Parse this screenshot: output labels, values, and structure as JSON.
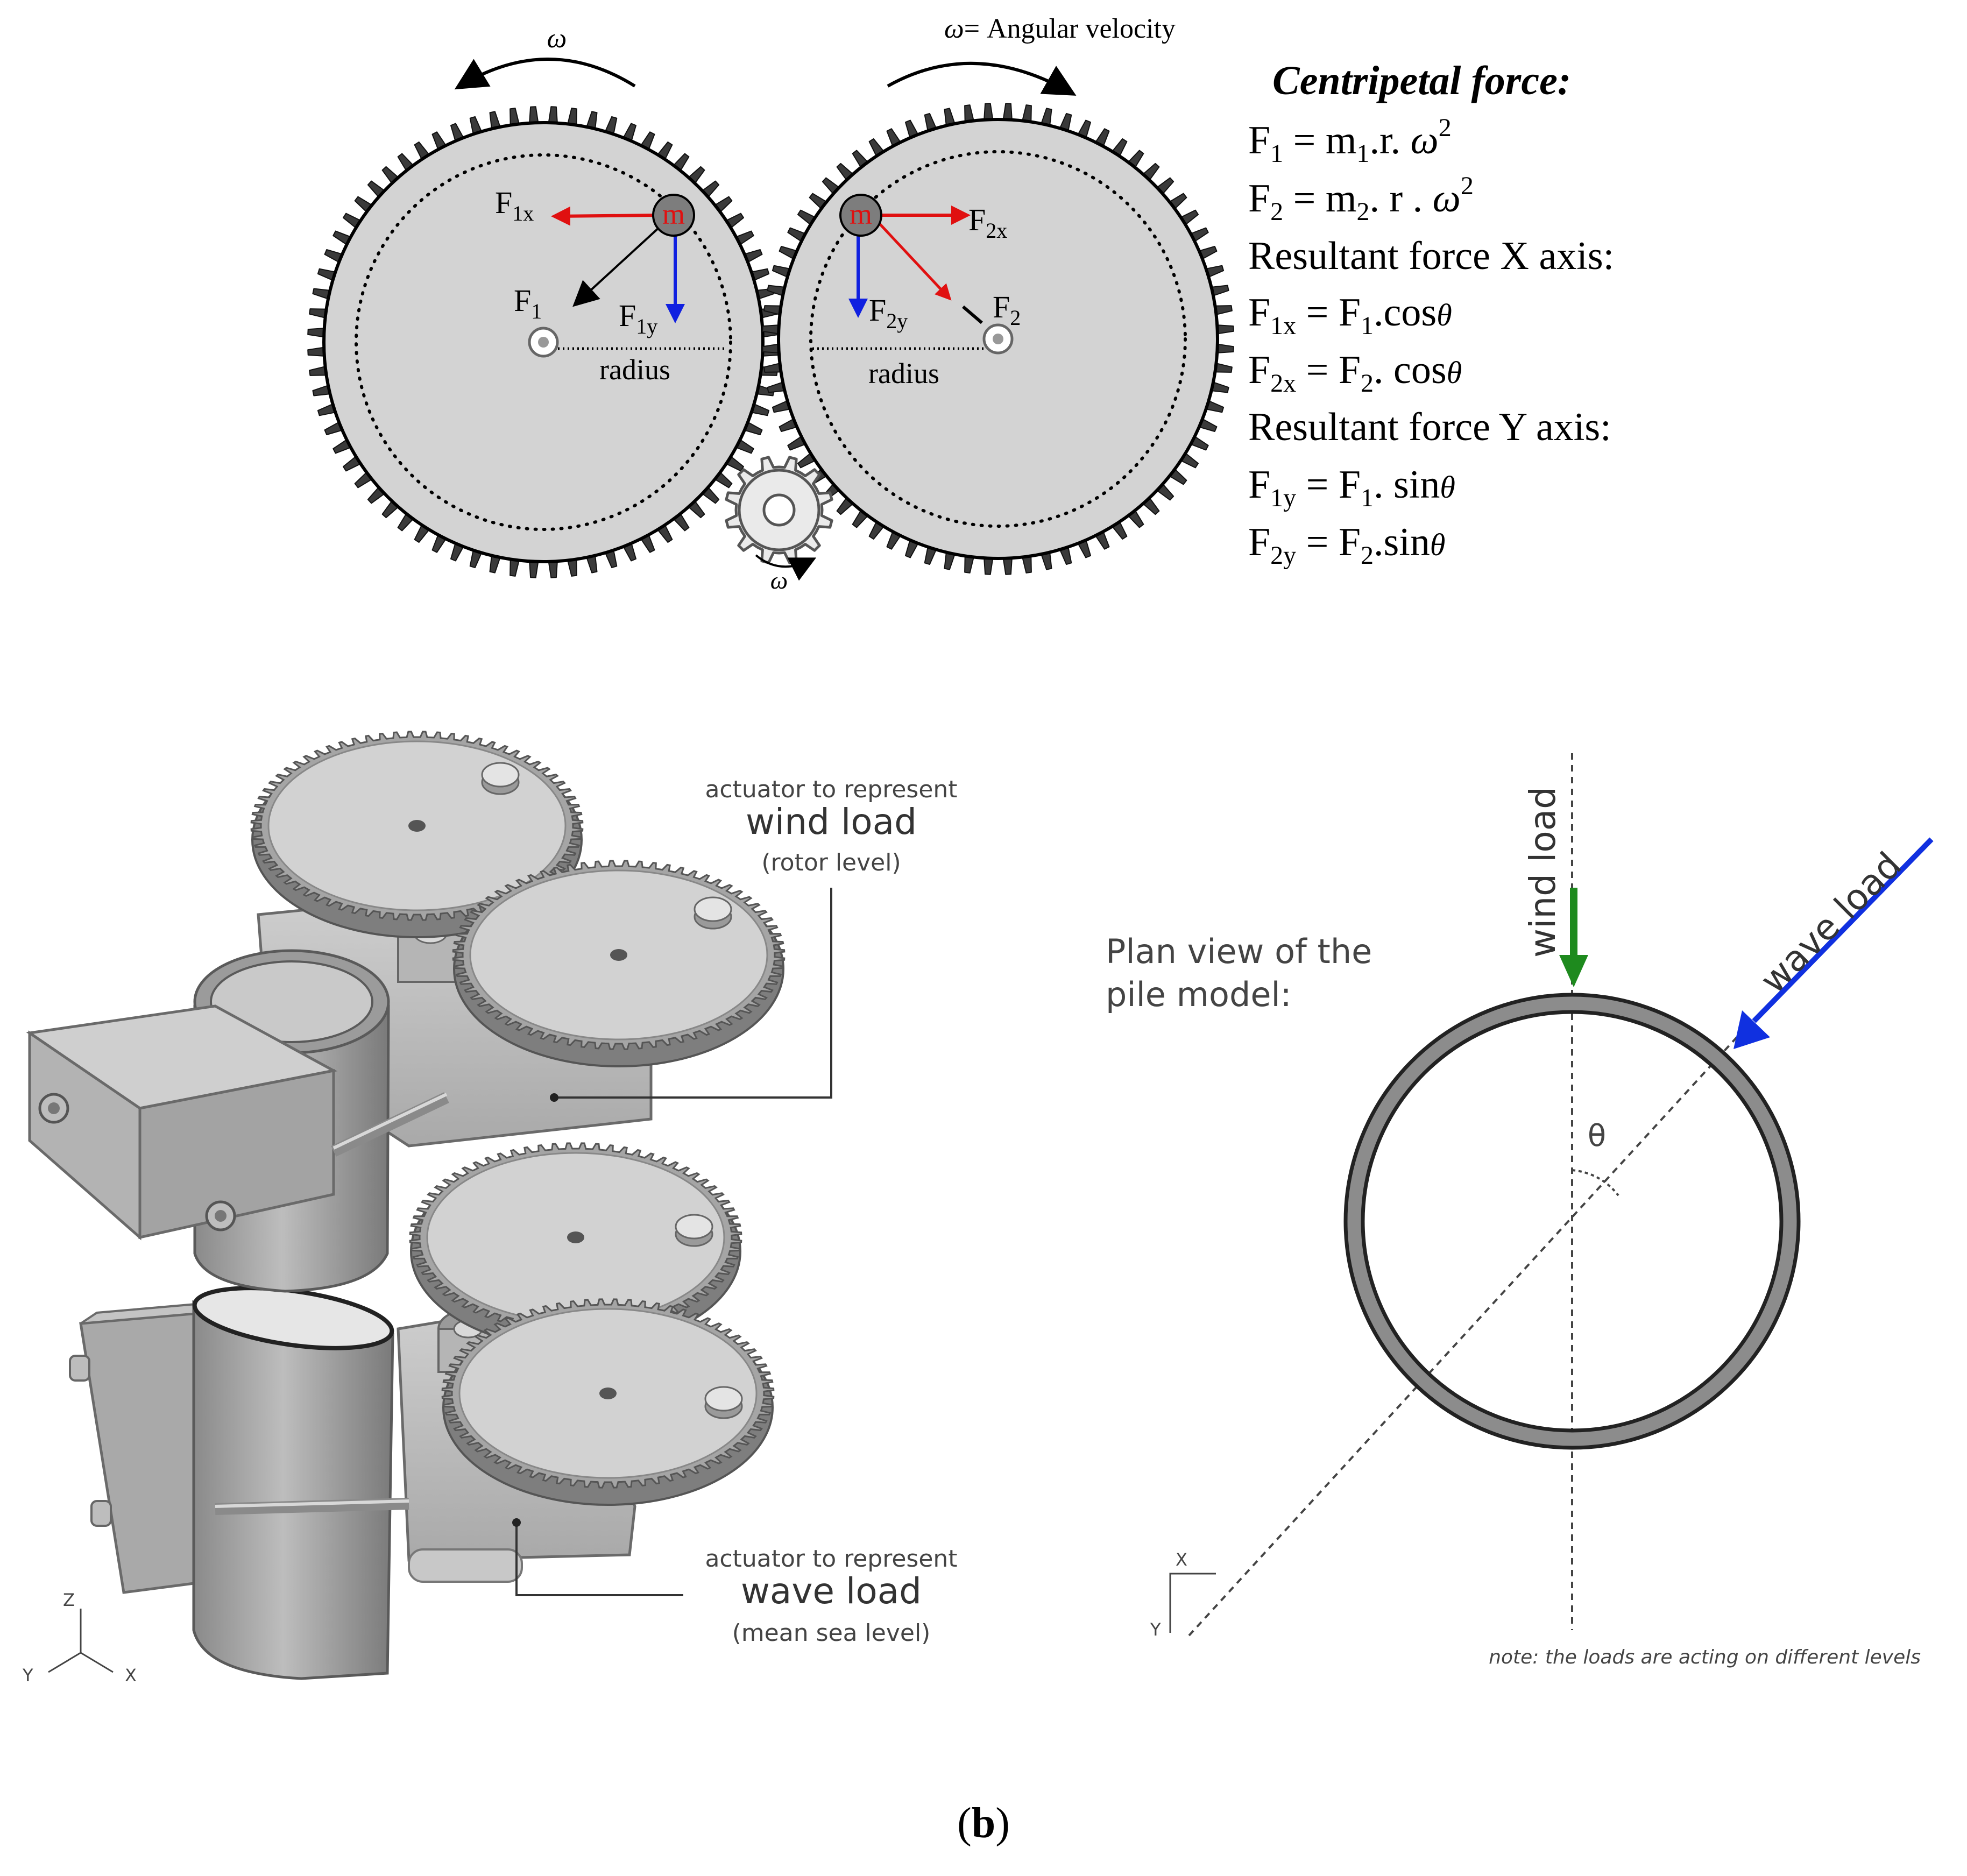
{
  "top_panel": {
    "omega_left": "ω",
    "omega_right_symbol": "ω",
    "omega_right_text": "= Angular velocity",
    "omega_pinion": "ω",
    "gear_left": {
      "mass": "m",
      "f1x": [
        "F",
        "1x"
      ],
      "f1": [
        "F",
        "1"
      ],
      "f1y": [
        "F",
        "1y"
      ],
      "radius": "radius"
    },
    "gear_right": {
      "mass": "m",
      "f2x": [
        "F",
        "2x"
      ],
      "f2": [
        "F",
        "2"
      ],
      "f2y": [
        "F",
        "2y"
      ],
      "radius": "radius"
    },
    "equations_title": "Centripetal force:",
    "equations": {
      "eq1": {
        "lhs": "F",
        "lhs_sub": "1",
        "rhs_a": " = m",
        "rhs_sub": "1",
        "rhs_b": ".r. ",
        "omega": "ω",
        "sup": "2"
      },
      "eq2": {
        "lhs": "F",
        "lhs_sub": "2",
        "rhs_a": " = m",
        "rhs_sub": "2",
        "rhs_b": ". r . ",
        "omega": "ω",
        "sup": "2"
      },
      "heading_x": "Resultant force X axis:",
      "eq3": {
        "lhs": "F",
        "lhs_sub": "1x",
        "rhs_a": " = F",
        "rhs_sub": "1",
        "rhs_b": ".cos",
        "theta": "θ"
      },
      "eq4": {
        "lhs": "F",
        "lhs_sub": "2x",
        "rhs_a": " = F",
        "rhs_sub": "2",
        "rhs_b": ". cos",
        "theta": "θ"
      },
      "heading_y": "Resultant force Y axis:",
      "eq5": {
        "lhs": "F",
        "lhs_sub": "1y",
        "rhs_a": " = F",
        "rhs_sub": "1",
        "rhs_b": ". sin",
        "theta": "θ"
      },
      "eq6": {
        "lhs": "F",
        "lhs_sub": "2y",
        "rhs_a": " =  F",
        "rhs_sub": "2",
        "rhs_b": ".sin",
        "theta": "θ"
      }
    }
  },
  "model_3d": {
    "wind_actuator": {
      "line1": "actuator to represent",
      "line2": "wind load",
      "line3": "(rotor level)"
    },
    "wave_actuator": {
      "line1": "actuator to represent",
      "line2": "wave load",
      "line3": "(mean sea level)"
    },
    "axes": {
      "z": "Z",
      "y": "Y",
      "x": "X"
    }
  },
  "plan_view": {
    "title_line1": "Plan view of the",
    "title_line2": "pile model:",
    "wind_label": "wind load",
    "wave_label": "wave load",
    "theta": "θ",
    "axes": {
      "x": "X",
      "y": "Y"
    },
    "note": "note: the loads are acting on different levels",
    "colors": {
      "wind": "#1e8a1e",
      "wave": "#1030e0",
      "ring": "#8c8c8c"
    }
  },
  "caption": {
    "open": "(",
    "letter": "b",
    "close": ")"
  },
  "colors": {
    "force_red": "#e01010",
    "force_blue": "#1020e0",
    "disc": "#d3d3d3",
    "mass": "#7d7d7d"
  }
}
